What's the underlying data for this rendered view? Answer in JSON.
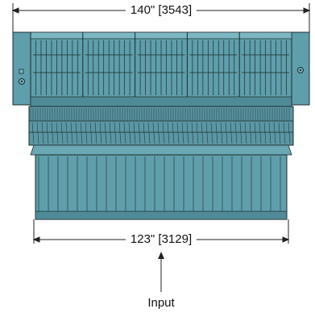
{
  "dimensions": {
    "overall_width": "140\" [3543]",
    "inner_width": "123\" [3129]"
  },
  "flow": {
    "input_label": "Input"
  },
  "colors": {
    "machine_fill": "#5e9fab",
    "machine_light": "#7cb7c2",
    "machine_dark": "#2f5d66",
    "line": "#1c2b2e"
  }
}
